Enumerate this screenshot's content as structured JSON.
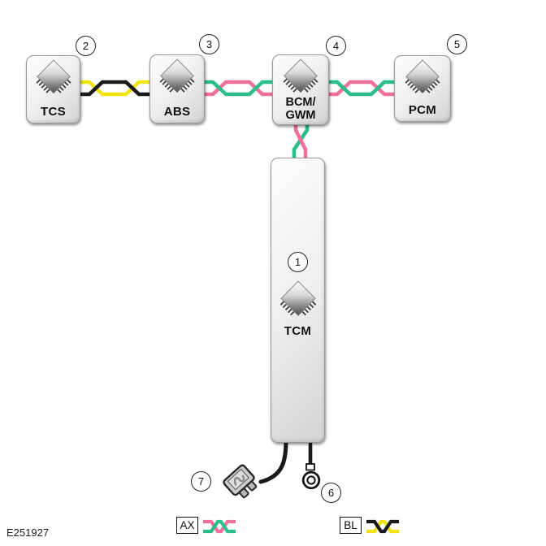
{
  "figure_code": "E251927",
  "colors": {
    "can_pink": "#f0709b",
    "can_green": "#2cbe88",
    "can_yellow": "#f2e30c",
    "can_black": "#1a1a1a"
  },
  "modules": [
    {
      "callout": "1",
      "label": "TCM"
    },
    {
      "callout": "2",
      "label": "TCS"
    },
    {
      "callout": "3",
      "label": "ABS"
    },
    {
      "callout": "4",
      "label_line1": "BCM/",
      "label_line2": "GWM"
    },
    {
      "callout": "5",
      "label": "PCM"
    }
  ],
  "components": {
    "fuse_callout": "7",
    "ground_callout": "6"
  },
  "legend": [
    {
      "code": "AX",
      "wire_colors": [
        "pink",
        "green"
      ]
    },
    {
      "code": "BL",
      "wire_colors": [
        "black",
        "yellow"
      ]
    }
  ],
  "network": {
    "buses": [
      {
        "from": "TCS",
        "to": "ABS",
        "pair": "BL"
      },
      {
        "from": "ABS",
        "to": "BCM/GWM",
        "pair": "AX"
      },
      {
        "from": "BCM/GWM",
        "to": "PCM",
        "pair": "AX"
      },
      {
        "from": "BCM/GWM",
        "to": "TCM",
        "pair": "AX"
      }
    ]
  }
}
